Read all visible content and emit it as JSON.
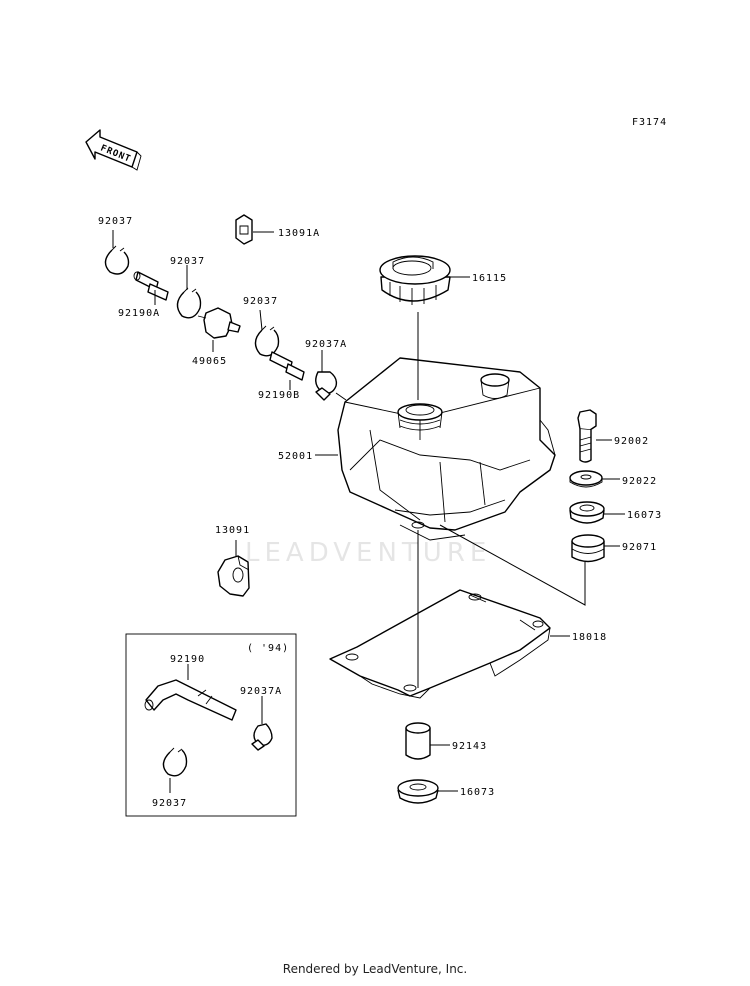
{
  "diagram": {
    "figure_code": "F3174",
    "front_label": "FRONT",
    "box_note": "( '94)",
    "watermark": "LEADVENTURE",
    "footer": "Rendered by LeadVenture, Inc.",
    "callouts": {
      "c92037_a": "92037",
      "c13091A": "13091A",
      "c92037_b": "92037",
      "c92190A": "92190A",
      "c92037_c": "92037",
      "c49065": "49065",
      "c92037A": "92037A",
      "c92190B": "92190B",
      "c16115": "16115",
      "c92002": "92002",
      "c52001": "52001",
      "c92022": "92022",
      "c16073_a": "16073",
      "c13091": "13091",
      "c92071": "92071",
      "c18018": "18018",
      "c92190": "92190",
      "c92037A_box": "92037A",
      "c92037_box": "92037",
      "c92143": "92143",
      "c16073_b": "16073"
    }
  }
}
